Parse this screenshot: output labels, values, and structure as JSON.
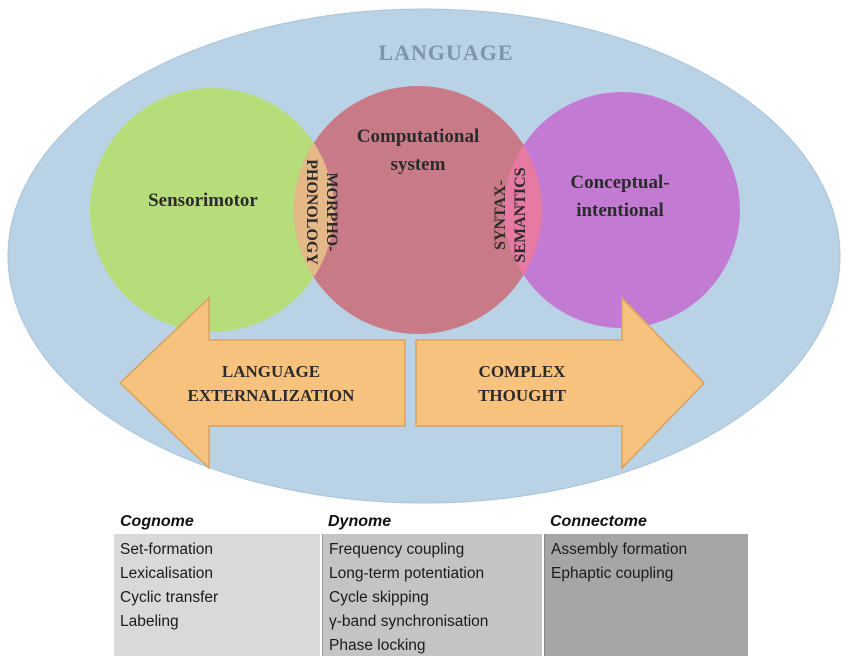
{
  "diagram": {
    "language_label": "LANGUAGE",
    "sensorimotor": "Sensorimotor",
    "computational_line1": "Computational",
    "computational_line2": "system",
    "conceptual_line1": "Conceptual-",
    "conceptual_line2": "intentional",
    "morpho_line1": "MORPHO-",
    "morpho_line2": "PHONOLOGY",
    "syntax_line1": "SYNTAX-",
    "syntax_line2": "SEMANTICS",
    "left_arrow_line1": "LANGUAGE",
    "left_arrow_line2": "EXTERNALIZATION",
    "right_arrow_line1": "COMPLEX",
    "right_arrow_line2": "THOUGHT",
    "colors": {
      "outer_ellipse": "#b9d2e6",
      "sensorimotor": "#b7dd7b",
      "computational": "#c87a86",
      "conceptual": "#c27ad2",
      "morpho_overlap": "#e4b987",
      "syntax_overlap": "#e77aa2",
      "arrow_fill": "#f7c27e"
    }
  },
  "table": {
    "columns": [
      {
        "header": "Cognome",
        "items": [
          "Set-formation",
          "Lexicalisation",
          "Cyclic transfer",
          "Labeling"
        ]
      },
      {
        "header": "Dynome",
        "items": [
          "Frequency coupling",
          "Long-term potentiation",
          "Cycle skipping",
          "γ-band synchronisation",
          "Phase locking"
        ]
      },
      {
        "header": "Connectome",
        "items": [
          "Assembly formation",
          "Ephaptic coupling"
        ]
      }
    ]
  }
}
